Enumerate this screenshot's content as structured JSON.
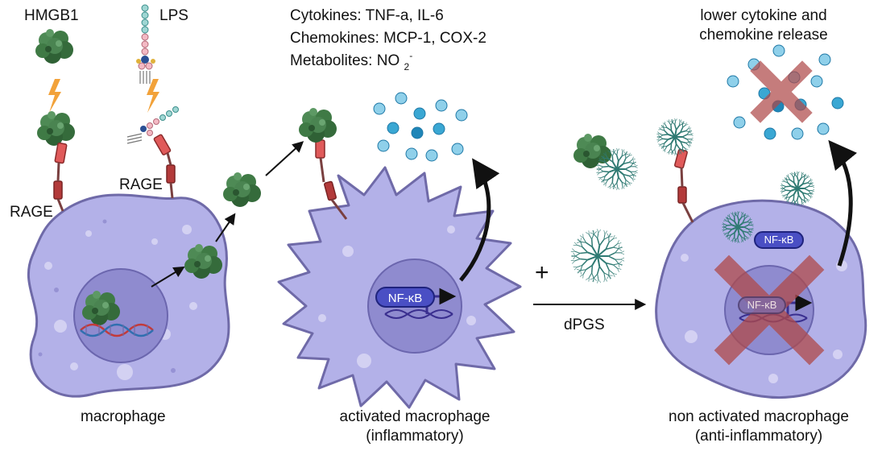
{
  "labels": {
    "hmgb1": "HMGB1",
    "lps": "LPS",
    "rage_left": "RAGE",
    "rage_mid": "RAGE",
    "cytokines": "Cytokines: TNF-a, IL-6",
    "chemokines": "Chemokines: MCP-1, COX-2",
    "metabolites_prefix": "Metabolites: NO",
    "metabolites_sub": "2",
    "metabolites_sup": "-",
    "lower_release_line1": "lower cytokine and",
    "lower_release_line2": "chemokine release",
    "macrophage": "macrophage",
    "activated_line1": "activated macrophage",
    "activated_line2": "(inflammatory)",
    "nonactivated_line1": "non activated macrophage",
    "nonactivated_line2": "(anti-inflammatory)",
    "plus": "+",
    "dpgs": "dPGS",
    "nfkb_active": "NF-κB",
    "nfkb_bound": "NF-κB",
    "nfkb_inhibited": "NF-κB"
  },
  "colors": {
    "cell_fill": "#b3b1e8",
    "cell_stroke": "#6f6aa8",
    "nucleus_fill": "#8f8bcf",
    "protein": "#3f7a45",
    "bolt": "#f2a23a",
    "receptor": "#b33a3a",
    "molecule": "#3aa7d3",
    "cross": "#b04a4a",
    "dendrimer": "#2f7a73",
    "nfkb": "#4a4fc4"
  },
  "icons": {
    "protein": "hmgb1-protein-icon",
    "lps": "lps-molecule-icon",
    "bolt": "lightning-bolt-icon",
    "receptor": "rage-receptor-icon",
    "dendrimer": "dpgs-dendrimer-icon",
    "molecule": "cytokine-molecule-icon",
    "cross": "cross-mark-icon",
    "dna": "dna-helix-icon",
    "arrow": "arrow-icon"
  }
}
